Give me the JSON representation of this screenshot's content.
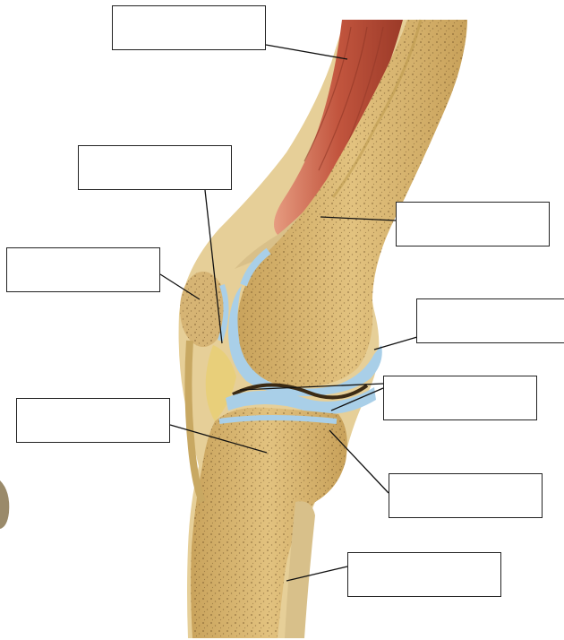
{
  "diagram": {
    "colors": {
      "muscle": "#c2553e",
      "bone": "#d9b777",
      "bone_dark": "#a8843f",
      "marrow_dots": "#5a3e1a",
      "cartilage": "#a9cfe8",
      "tendon": "#d8c79a",
      "background": "#ffffff"
    },
    "label_boxes": [
      {
        "id": "a",
        "text": ""
      },
      {
        "id": "b",
        "text": ""
      },
      {
        "id": "c",
        "text": ""
      },
      {
        "id": "d",
        "text": ""
      },
      {
        "id": "e",
        "text": ""
      },
      {
        "id": "f",
        "text": ""
      },
      {
        "id": "g",
        "text": ""
      },
      {
        "id": "h",
        "text": ""
      },
      {
        "id": "i",
        "text": ""
      }
    ]
  }
}
